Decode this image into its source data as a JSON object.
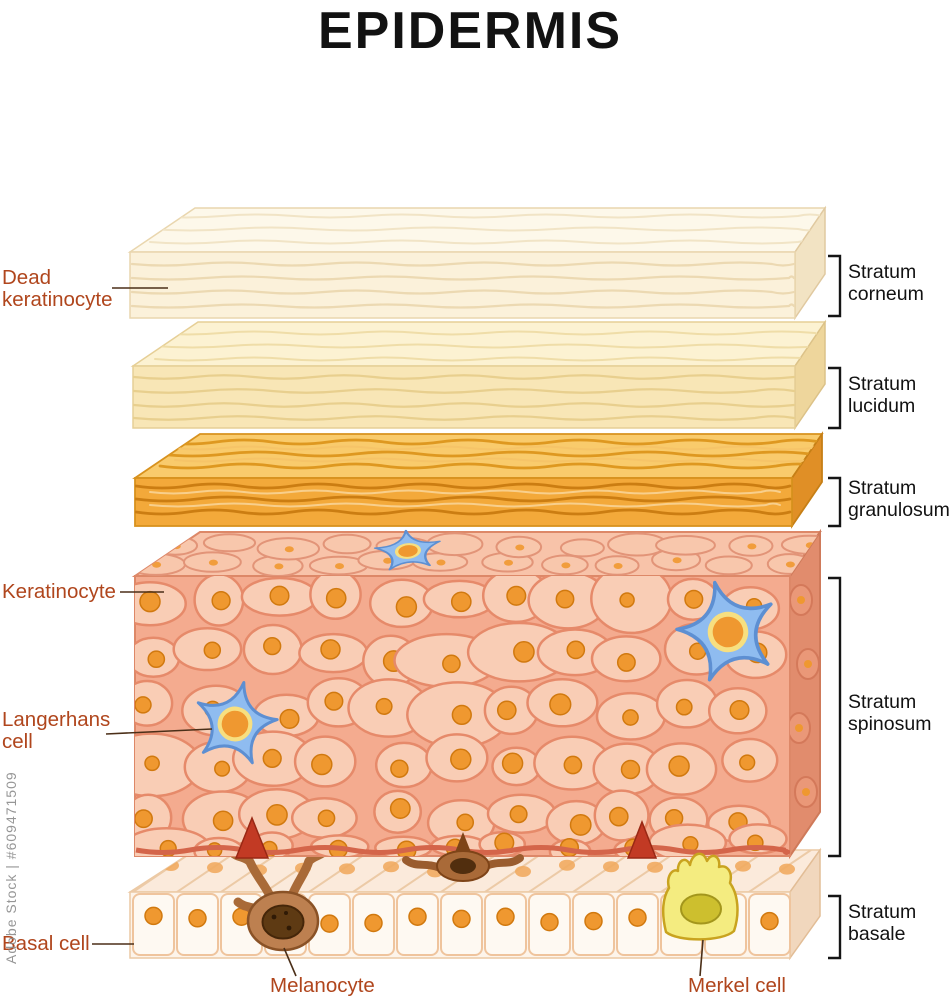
{
  "title": "EPIDERMIS",
  "watermark": "Adobe Stock | #609471509",
  "labels": {
    "left": [
      {
        "line1": "Dead",
        "line2": "keratinocyte"
      },
      {
        "line1": "Keratinocyte",
        "line2": ""
      },
      {
        "line1": "Langerhans",
        "line2": "cell"
      },
      {
        "line1": "Basal cell",
        "line2": ""
      }
    ],
    "right": [
      {
        "line1": "Stratum",
        "line2": "corneum"
      },
      {
        "line1": "Stratum",
        "line2": "lucidum"
      },
      {
        "line1": "Stratum",
        "line2": "granulosum"
      },
      {
        "line1": "Stratum",
        "line2": "spinosum"
      },
      {
        "line1": "Stratum",
        "line2": "basale"
      }
    ],
    "bottom": [
      {
        "text": "Melanocyte"
      },
      {
        "text": "Merkel cell"
      }
    ]
  },
  "colors": {
    "title": "#121212",
    "label_left": "#b0461d",
    "label_right": "#121212",
    "leader": "#4b2f18",
    "corneum_top": "#fdf8ea",
    "corneum_front": "#fbf1da",
    "corneum_side": "#f2e3c3",
    "lucidum_top": "#fcf2d2",
    "lucidum_front": "#f8e6b6",
    "lucidum_side": "#eed69c",
    "granulosum_top": "#f9cb6c",
    "granulosum_front": "#f3a93a",
    "granulosum_side": "#e08f26",
    "spinosum_top": "#f8c3a9",
    "spinosum_front": "#f4ab8f",
    "spinosum_side": "#e18c6d",
    "basale_top": "#fbeadb",
    "basale_front": "#fdf4ea",
    "basale_side": "#f1d7bd",
    "cell_fill": "#f9cdb5",
    "cell_stroke": "#e68a6a",
    "nucleus": "#ef9830",
    "nucleus_stroke": "#d1790f",
    "langerhans": "#8fbcf0",
    "langerhans_stroke": "#5d8fd2",
    "melanocyte_body": "#bd8050",
    "melanocyte_nucleus": "#5e3a13",
    "merkel_body": "#f4ec80",
    "merkel_stroke": "#c9a31f",
    "merkel_nucleus": "#cdbf2e"
  }
}
